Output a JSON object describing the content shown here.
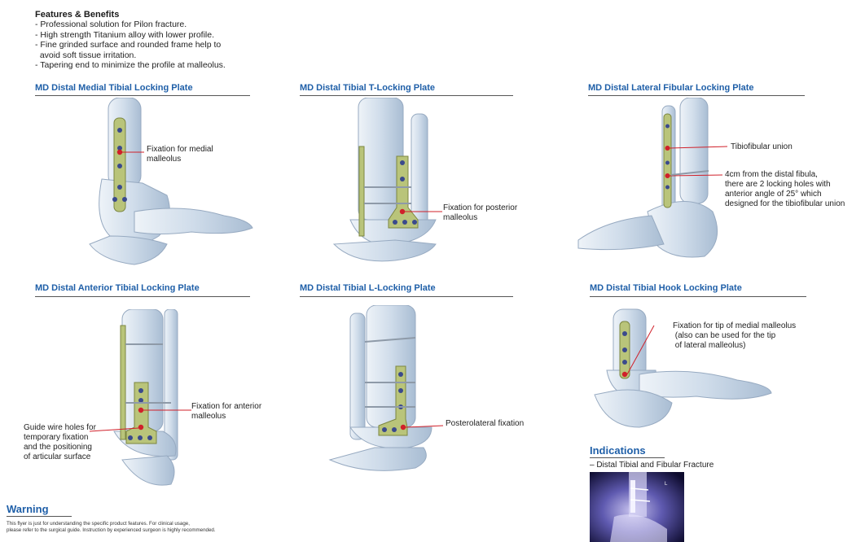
{
  "features": {
    "title": "Features & Benefits",
    "items": [
      "- Professional solution for Pilon fracture.",
      "- High strength Titanium alloy with lower profile.",
      "- Fine grinded surface and rounded frame help to",
      "  avoid soft tissue irritation.",
      "- Tapering end to minimize the profile at malleolus."
    ]
  },
  "products": [
    {
      "title": "MD Distal Medial Tibial Locking Plate",
      "callouts": [
        "Fixation for medial\nmalleolus"
      ]
    },
    {
      "title": "MD Distal Tibial T-Locking Plate",
      "callouts": [
        "Fixation for posterior\nmalleolus"
      ]
    },
    {
      "title": "MD Distal Lateral Fibular Locking Plate",
      "callouts": [
        "Tibiofibular union",
        "4cm from the distal fibula,\nthere are 2 locking holes with\nanterior angle of 25° which\ndesigned for the tibiofibular union"
      ]
    },
    {
      "title": "MD Distal Anterior Tibial Locking Plate",
      "callouts": [
        "Fixation for anterior\nmalleolus",
        "Guide wire holes for\ntemporary fixation\nand the positioning\nof articular surface"
      ]
    },
    {
      "title": "MD Distal Tibial L-Locking Plate",
      "callouts": [
        "Posterolateral fixation"
      ]
    },
    {
      "title": "MD Distal Tibial Hook Locking Plate",
      "callouts": [
        "Fixation for tip of medial malleolus\n (also can be used for the tip\n of lateral malleolus)"
      ]
    }
  ],
  "warning": {
    "title": "Warning",
    "text": "This flyer is just for understanding the specific product features. For clinical usage,\nplease refer to the surgical guide. Instruction by experienced surgeon is highly recommended."
  },
  "indications": {
    "title": "Indications",
    "text": "– Distal Tibial and Fibular Fracture",
    "xray_marker": "L"
  },
  "colors": {
    "heading": "#1f5fa8",
    "bone": "#cfdcea",
    "plate": "#b9c47a",
    "pointer": "#d0202a"
  }
}
